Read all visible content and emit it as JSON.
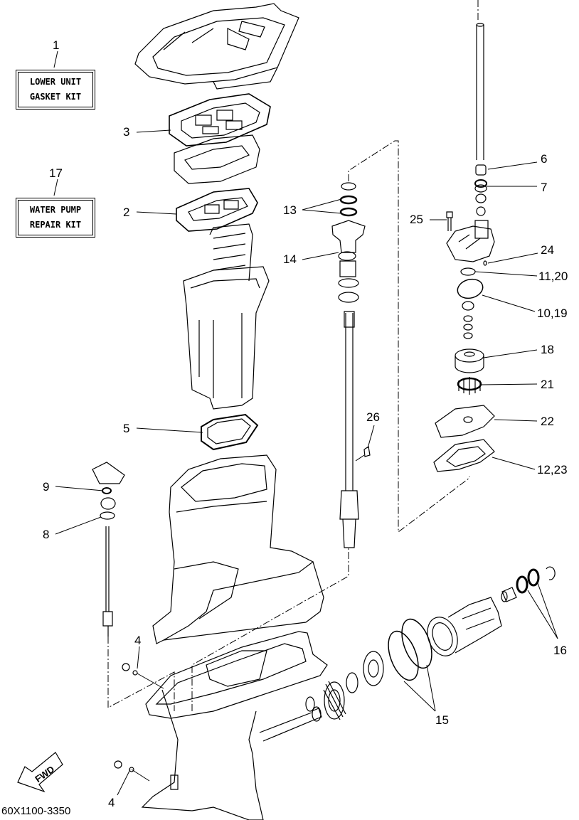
{
  "diagram": {
    "type": "exploded-parts-diagram",
    "subject": "Outboard lower unit and water pump",
    "drawing_code": "60X1100-3350",
    "direction_marker": "FWD",
    "kits": [
      {
        "ref": "1",
        "line1": "LOWER UNIT",
        "line2": "GASKET KIT"
      },
      {
        "ref": "17",
        "line1": "WATER PUMP",
        "line2": "REPAIR KIT"
      }
    ],
    "callouts": [
      {
        "id": "c3",
        "text": "3"
      },
      {
        "id": "c2",
        "text": "2"
      },
      {
        "id": "c5",
        "text": "5"
      },
      {
        "id": "c9",
        "text": "9"
      },
      {
        "id": "c8",
        "text": "8"
      },
      {
        "id": "c4a",
        "text": "4"
      },
      {
        "id": "c4b",
        "text": "4"
      },
      {
        "id": "c13",
        "text": "13"
      },
      {
        "id": "c14",
        "text": "14"
      },
      {
        "id": "c26",
        "text": "26"
      },
      {
        "id": "c6",
        "text": "6"
      },
      {
        "id": "c7",
        "text": "7"
      },
      {
        "id": "c25",
        "text": "25"
      },
      {
        "id": "c24",
        "text": "24"
      },
      {
        "id": "c11",
        "text": "11,20"
      },
      {
        "id": "c10",
        "text": "10,19"
      },
      {
        "id": "c18",
        "text": "18"
      },
      {
        "id": "c21",
        "text": "21"
      },
      {
        "id": "c22",
        "text": "22"
      },
      {
        "id": "c12",
        "text": "12,23"
      },
      {
        "id": "c15",
        "text": "15"
      },
      {
        "id": "c16",
        "text": "16"
      }
    ]
  },
  "colors": {
    "ink": "#000000",
    "paper": "#ffffff"
  }
}
